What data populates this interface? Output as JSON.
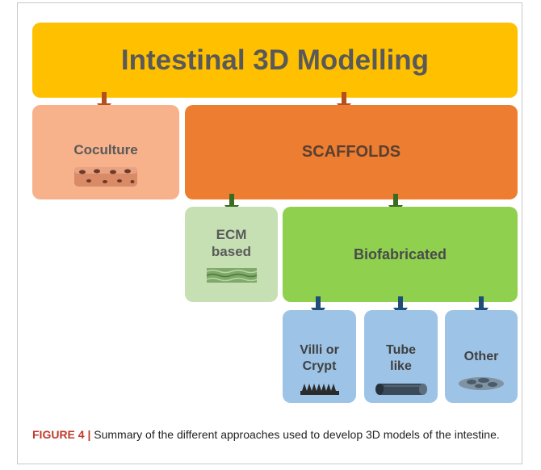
{
  "diagram": {
    "title": "Intestinal 3D Modelling",
    "nodes": {
      "coculture": "Coculture",
      "scaffolds": "SCAFFOLDS",
      "ecm": [
        "ECM",
        "based"
      ],
      "biofabricated": "Biofabricated",
      "villi": [
        "Villi or",
        "Crypt"
      ],
      "tube": [
        "Tube",
        "like"
      ],
      "other": "Other"
    },
    "colors": {
      "title_box": "#ffc000",
      "coculture_box": "#f7b28c",
      "scaffolds_box": "#ed7d31",
      "ecm_box": "#c6e0b4",
      "biofabricated_box": "#8fd14f",
      "leaf_box": "#9dc3e6",
      "arrow_orange": "#b4501e",
      "arrow_green": "#3a6b22",
      "arrow_blue": "#1f4e79"
    }
  },
  "caption": {
    "label": "FIGURE 4 |",
    "text": " Summary of the different approaches used to develop 3D models of the intestine."
  }
}
